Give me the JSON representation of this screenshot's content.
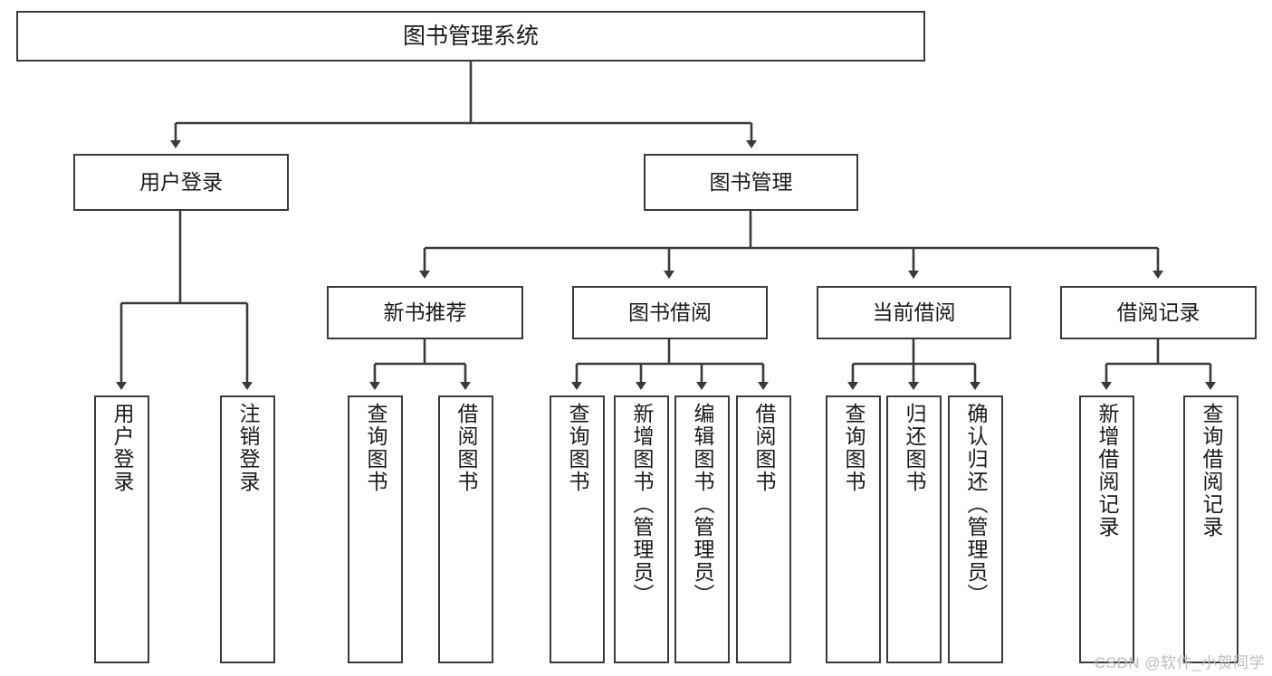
{
  "diagram": {
    "title": "图书管理系统",
    "type": "tree-hierarchy",
    "watermark": "CSDN @软件_小贺同学",
    "colors": {
      "box_border": "#3a3a3a",
      "box_fill": "#ffffff",
      "edge": "#3a3a3a",
      "text": "#1a1a1a",
      "watermark": "#b9bcc2",
      "background": "#ffffff"
    },
    "nodes": {
      "root": {
        "label": "图书管理系统"
      },
      "level2": [
        {
          "id": "user-login",
          "label": "用户登录"
        },
        {
          "id": "book-manage",
          "label": "图书管理"
        }
      ],
      "level3": [
        {
          "id": "new-book-recommend",
          "label": "新书推荐"
        },
        {
          "id": "book-borrow",
          "label": "图书借阅"
        },
        {
          "id": "current-borrow",
          "label": "当前借阅"
        },
        {
          "id": "borrow-record",
          "label": "借阅记录"
        }
      ],
      "leaves": {
        "user-login": [
          {
            "id": "leaf-user-login",
            "label": "用户登录"
          },
          {
            "id": "leaf-logout-login",
            "label": "注销登录"
          }
        ],
        "new-book-recommend": [
          {
            "id": "leaf-query-book-1",
            "label": "查询图书"
          },
          {
            "id": "leaf-borrow-book-1",
            "label": "借阅图书"
          }
        ],
        "book-borrow": [
          {
            "id": "leaf-query-book-2",
            "label": "查询图书"
          },
          {
            "id": "leaf-add-book",
            "label": "新增图书（管理员）"
          },
          {
            "id": "leaf-edit-book",
            "label": "编辑图书（管理员）"
          },
          {
            "id": "leaf-borrow-book-2",
            "label": "借阅图书"
          }
        ],
        "current-borrow": [
          {
            "id": "leaf-query-book-3",
            "label": "查询图书"
          },
          {
            "id": "leaf-return-book",
            "label": "归还图书"
          },
          {
            "id": "leaf-confirm-return",
            "label": "确认归还（管理员）"
          }
        ],
        "borrow-record": [
          {
            "id": "leaf-add-record",
            "label": "新增借阅记录"
          },
          {
            "id": "leaf-query-record",
            "label": "查询借阅记录"
          }
        ]
      }
    }
  }
}
